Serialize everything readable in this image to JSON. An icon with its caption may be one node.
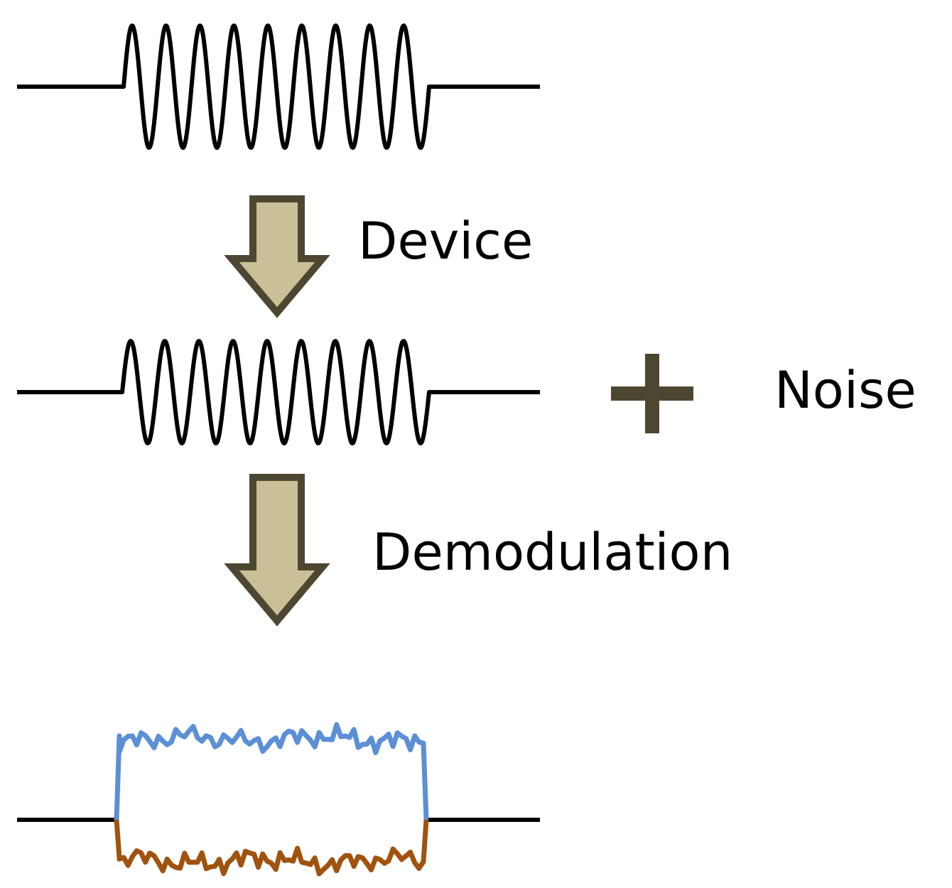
{
  "diagram": {
    "nodes": [
      {
        "text": [],
        "shape": "picture"
      },
      {
        "text": [],
        "shape": "picture"
      },
      {
        "text": [],
        "shape": "picture"
      }
    ],
    "edges": [
      {
        "from": 0,
        "to": 1,
        "arrow": "to",
        "label": "Device",
        "style": "thick"
      },
      {
        "from": 1,
        "to": 2,
        "arrow": "to",
        "label": "Demodulation",
        "style": "thick"
      }
    ],
    "labels": [
      "Noise"
    ]
  }
}
